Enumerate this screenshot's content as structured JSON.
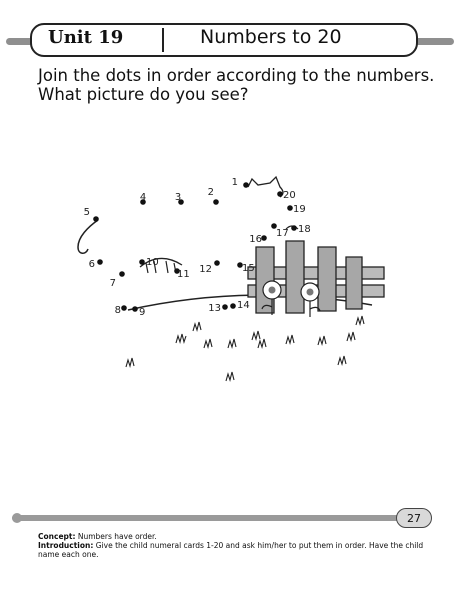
{
  "header": {
    "unit": "Unit 19",
    "title": "Numbers to 20"
  },
  "instructions": {
    "line1": "Join the dots in order according to the numbers.",
    "line2": "What picture do you see?"
  },
  "dots": [
    {
      "n": "1"
    },
    {
      "n": "2"
    },
    {
      "n": "3"
    },
    {
      "n": "4"
    },
    {
      "n": "5"
    },
    {
      "n": "6"
    },
    {
      "n": "7"
    },
    {
      "n": "8"
    },
    {
      "n": "9"
    },
    {
      "n": "10"
    },
    {
      "n": "11"
    },
    {
      "n": "12"
    },
    {
      "n": "13"
    },
    {
      "n": "14"
    },
    {
      "n": "15"
    },
    {
      "n": "16"
    },
    {
      "n": "17"
    },
    {
      "n": "18"
    },
    {
      "n": "19"
    },
    {
      "n": "20"
    }
  ],
  "footer": {
    "page_number": "27",
    "concept_label": "Concept:",
    "concept_text": "Numbers have order.",
    "intro_label": "Introduction:",
    "intro_text": "Give the child numeral cards 1-20 and ask him/her to put them in order. Have the child name each one."
  }
}
